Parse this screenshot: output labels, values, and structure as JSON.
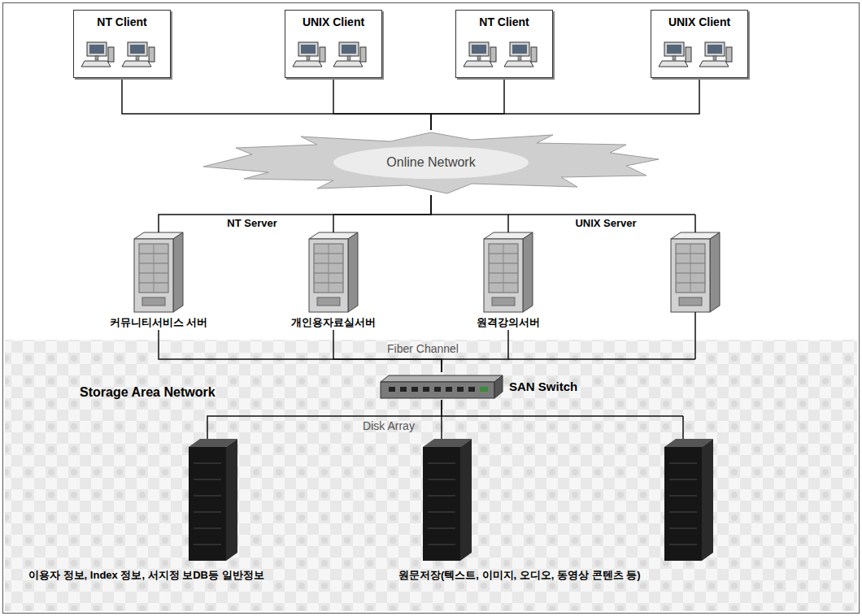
{
  "diagram": {
    "nodes": [
      {
        "text": [
          "NT Client"
        ]
      },
      {
        "text": [
          "UNIX Client"
        ]
      },
      {
        "text": [
          "NT Client"
        ]
      },
      {
        "text": [
          "UNIX Client"
        ]
      },
      {
        "text": [
          "Online Network"
        ]
      },
      {
        "text": [
          "커뮤니티서비스 서버"
        ]
      },
      {
        "text": [
          "개인용자료실서버"
        ]
      },
      {
        "text": [
          "원격강의서버"
        ]
      },
      {
        "text": [
          "Storage Area Network"
        ]
      },
      {
        "text": [
          "SAN Switch"
        ],
        "in": 8
      },
      {
        "text": [
          "이용자 정보, Index 정보, 서지정 보DB등 일반정보"
        ],
        "in": 8
      },
      {
        "text": [
          "원문저장(텍스트, 이미지, 오디오, 동영상 콘텐츠 등)"
        ],
        "in": 8
      }
    ],
    "edges": [
      {
        "from": 0,
        "to": 4,
        "arrow": "none"
      },
      {
        "from": 1,
        "to": 4,
        "arrow": "none"
      },
      {
        "from": 2,
        "to": 4,
        "arrow": "none"
      },
      {
        "from": 3,
        "to": 4,
        "arrow": "none"
      },
      {
        "from": 4,
        "to": 5,
        "arrow": "none"
      },
      {
        "from": 4,
        "to": 6,
        "arrow": "none"
      },
      {
        "from": 4,
        "to": 7,
        "arrow": "none"
      },
      {
        "from": 5,
        "to": 9,
        "arrow": "none"
      },
      {
        "from": 6,
        "to": 9,
        "arrow": "none"
      },
      {
        "from": 7,
        "to": 9,
        "arrow": "none"
      },
      {
        "from": 9,
        "to": 10,
        "arrow": "none"
      },
      {
        "from": 9,
        "to": 11,
        "arrow": "none"
      }
    ],
    "labels": [
      "NT Server",
      "UNIX Server",
      "Fiber Channel",
      "Disk Array"
    ]
  }
}
